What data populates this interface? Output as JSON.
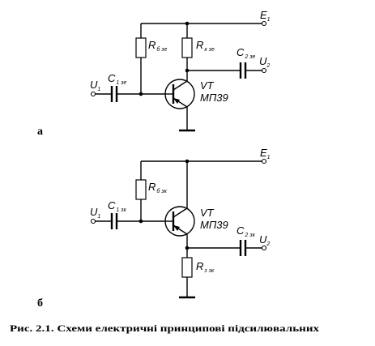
{
  "circuit_a": {
    "label": "а",
    "supply": {
      "name": "E",
      "sub": "1"
    },
    "input": {
      "name": "U",
      "sub": "1"
    },
    "output": {
      "name": "U",
      "sub": "2"
    },
    "r_base": {
      "name": "R",
      "sub": "б зе"
    },
    "r_collector": {
      "name": "R",
      "sub": "к зе"
    },
    "c_in": {
      "name": "C",
      "sub": "1 зе"
    },
    "c_out": {
      "name": "C",
      "sub": "2 зе"
    },
    "transistor": {
      "ref": "VT",
      "model": "МП39"
    }
  },
  "circuit_b": {
    "label": "б",
    "supply": {
      "name": "E",
      "sub": "1"
    },
    "input": {
      "name": "U",
      "sub": "1"
    },
    "output": {
      "name": "U",
      "sub": "2"
    },
    "r_base": {
      "name": "R",
      "sub": "б зк"
    },
    "r_emitter": {
      "name": "R",
      "sub": "з зк"
    },
    "c_in": {
      "name": "C",
      "sub": "1 зк"
    },
    "c_out": {
      "name": "C",
      "sub": "2 зк"
    },
    "transistor": {
      "ref": "VT",
      "model": "МП39"
    }
  },
  "caption": "Рис. 2.1. Схеми електричні принципові підсилювальних"
}
